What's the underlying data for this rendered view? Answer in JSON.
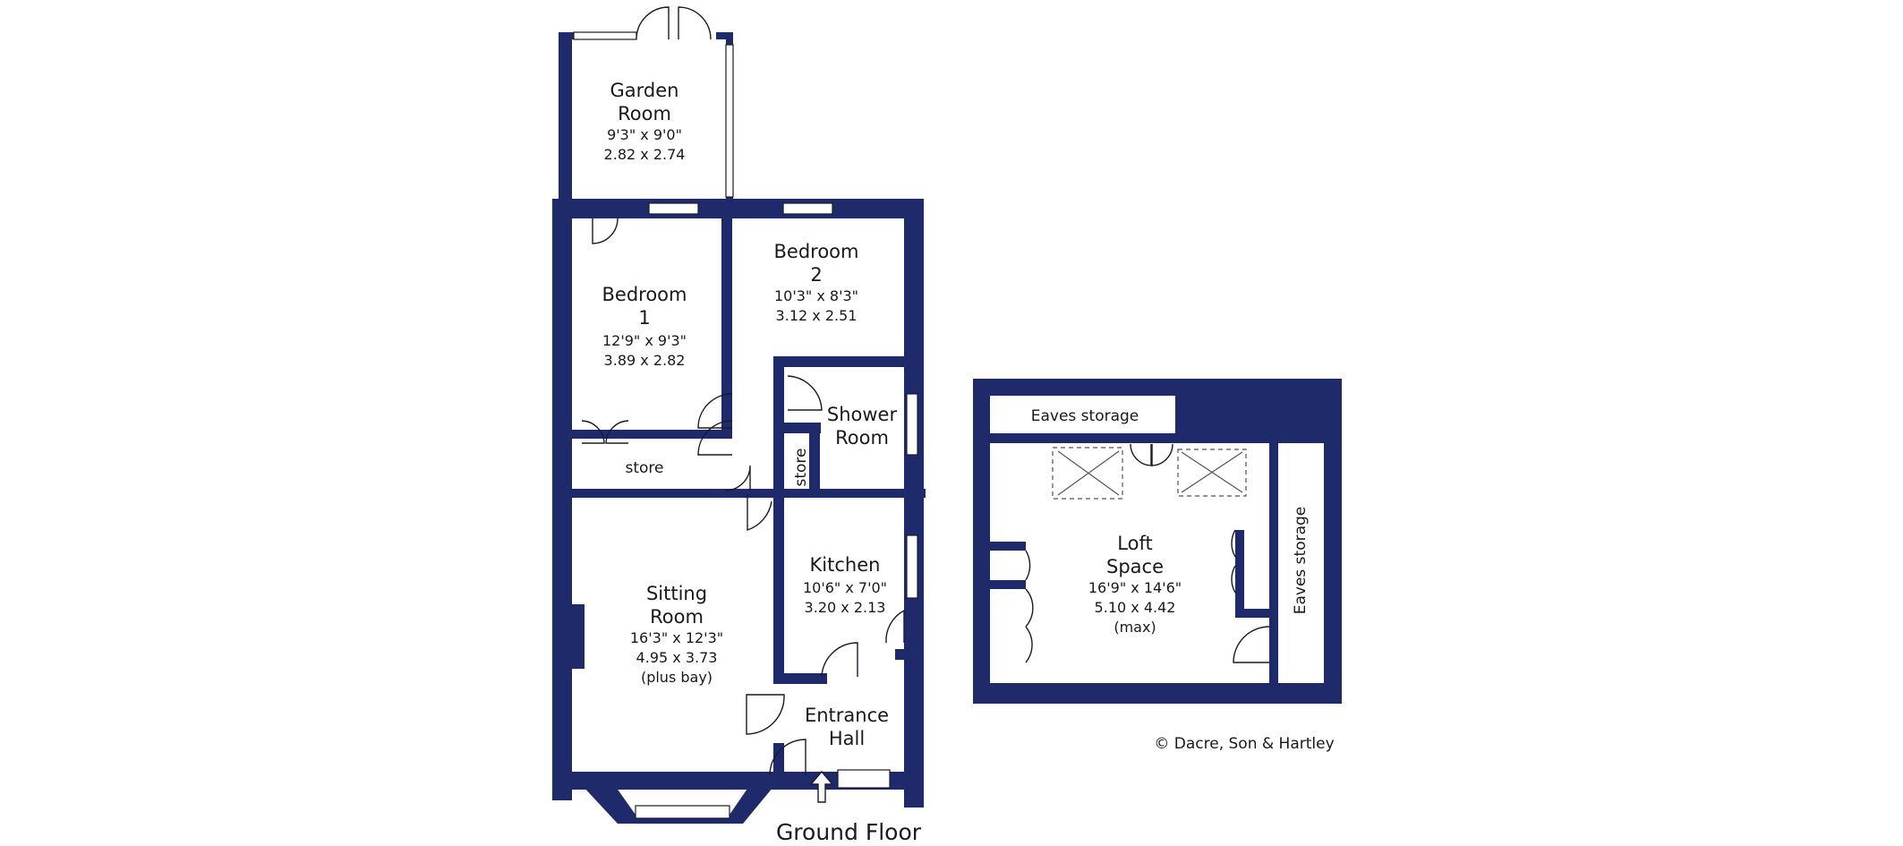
{
  "colors": {
    "wall": "#1f2a6b",
    "text": "#1a1a1a"
  },
  "ground_floor": {
    "title": "Ground Floor",
    "garden_room": {
      "name_1": "Garden",
      "name_2": "Room",
      "dim_imperial": "9'3\"  x  9'0\"",
      "dim_metric": "2.82  x  2.74"
    },
    "bedroom_1": {
      "name_1": "Bedroom",
      "name_2": "1",
      "dim_imperial": "12'9\"  x  9'3\"",
      "dim_metric": "3.89  x  2.82"
    },
    "bedroom_2": {
      "name_1": "Bedroom",
      "name_2": "2",
      "dim_imperial": "10'3\"  x  8'3\"",
      "dim_metric": "3.12  x  2.51"
    },
    "shower_room": {
      "name_1": "Shower",
      "name_2": "Room"
    },
    "store_1": {
      "name": "store"
    },
    "store_2": {
      "name": "store"
    },
    "kitchen": {
      "name": "Kitchen",
      "dim_imperial": "10'6\"  x  7'0\"",
      "dim_metric": "3.20  x  2.13"
    },
    "sitting_room": {
      "name_1": "Sitting",
      "name_2": "Room",
      "dim_imperial": "16'3\"  x  12'3\"",
      "dim_metric": "4.95  x  3.73",
      "note": "(plus bay)"
    },
    "entrance_hall": {
      "name_1": "Entrance",
      "name_2": "Hall"
    },
    "entrance_arrow_icon": "up-arrow"
  },
  "loft": {
    "eaves_top": "Eaves storage",
    "eaves_side": "Eaves storage",
    "loft_space": {
      "name_1": "Loft",
      "name_2": "Space",
      "dim_imperial": "16'9\"  x  14'6\"",
      "dim_metric": "5.10  x  4.42",
      "note": "(max)"
    }
  },
  "copyright": "© Dacre, Son & Hartley"
}
